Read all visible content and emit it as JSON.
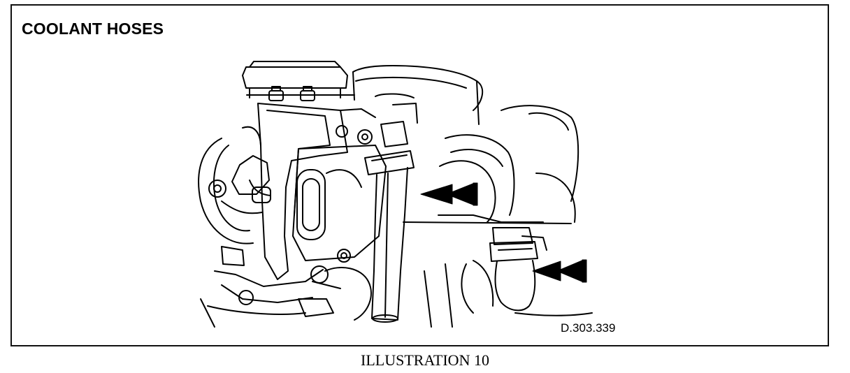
{
  "figure": {
    "title": "COOLANT HOSES",
    "reference_code": "D.303.339",
    "caption": "ILLUSTRATION 10"
  },
  "drawing": {
    "subject": "engine coolant hoses line drawing",
    "line_color": "#000000",
    "background_color": "#ffffff",
    "callouts": [
      {
        "icon": "double-arrow-left",
        "points_to": "upper coolant hose"
      },
      {
        "icon": "double-arrow-left",
        "points_to": "lower coolant hose clamp"
      }
    ]
  }
}
